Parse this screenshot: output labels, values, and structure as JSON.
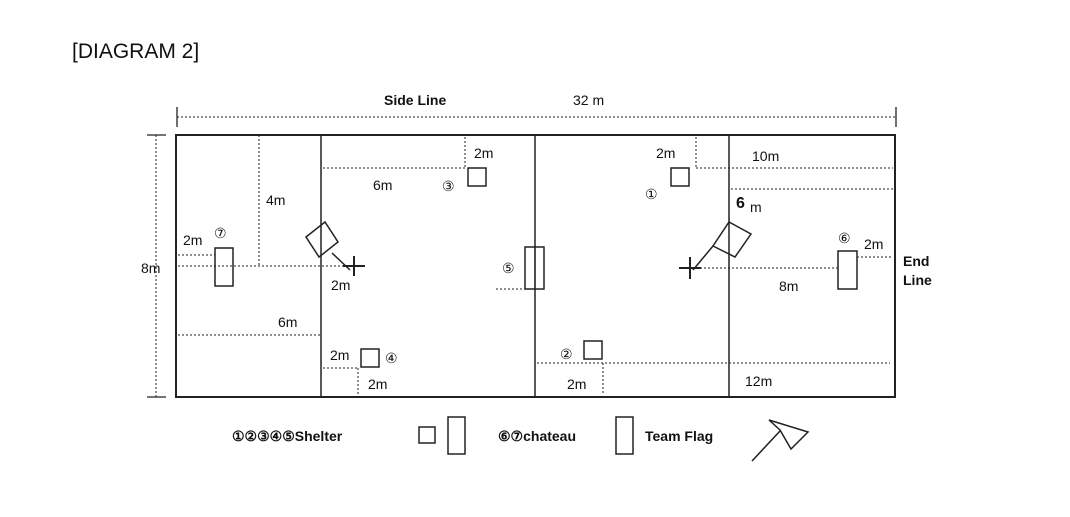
{
  "title": "[DIAGRAM 2]",
  "field": {
    "side_line": "Side Line",
    "length": "32 m",
    "width": "8m",
    "end_line": [
      "End",
      "Line"
    ]
  },
  "measures": {
    "m2_top_mid": "2m",
    "m6_top_left": "6m",
    "m4": "4m",
    "m2_left": "2m",
    "m2_under_flag": "2m",
    "m6_lower_left": "6m",
    "m2_shelter4": "2m",
    "m2_below4": "2m",
    "m2_top_right": "2m",
    "m10": "10m",
    "m6_bold": "6",
    "m6_bold_unit": "m",
    "m2_right": "2m",
    "m8": "8m",
    "m2_bottom_mid": "2m",
    "m12": "12m"
  },
  "markers": [
    "①",
    "②",
    "③",
    "④",
    "⑤",
    "⑥",
    "⑦"
  ],
  "legend": {
    "shelter_label": "①②③④⑤Shelter",
    "chateau_label": "⑥⑦chateau",
    "flag_label": "Team Flag"
  }
}
